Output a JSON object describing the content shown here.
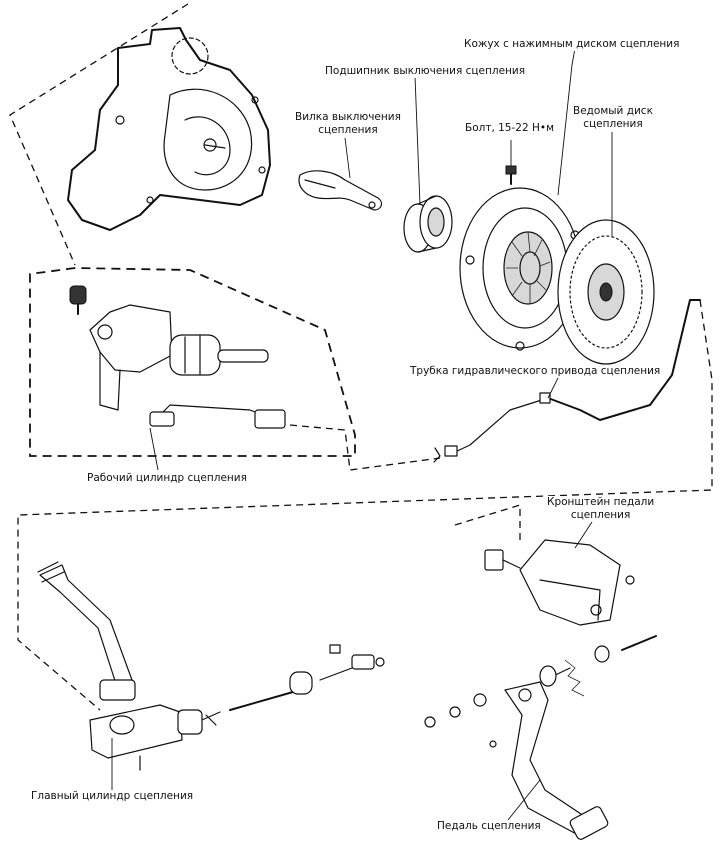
{
  "labels": {
    "pressure_plate": "Кожух с нажимным диском сцепления",
    "release_bearing": "Подшипник выключения сцепления",
    "release_fork": "Вилка выключения\nсцепления",
    "bolt": "Болт, 15-22 Н•м",
    "clutch_disc": "Ведомый диск\nсцепления",
    "hydraulic_tube": "Трубка гидравлического привода сцепления",
    "slave_cylinder": "Рабочий цилиндр сцепления",
    "pedal_bracket": "Кронштейн педали\nсцепления",
    "master_cylinder": "Главный цилиндр сцепления",
    "clutch_pedal": "Педаль сцепления"
  }
}
